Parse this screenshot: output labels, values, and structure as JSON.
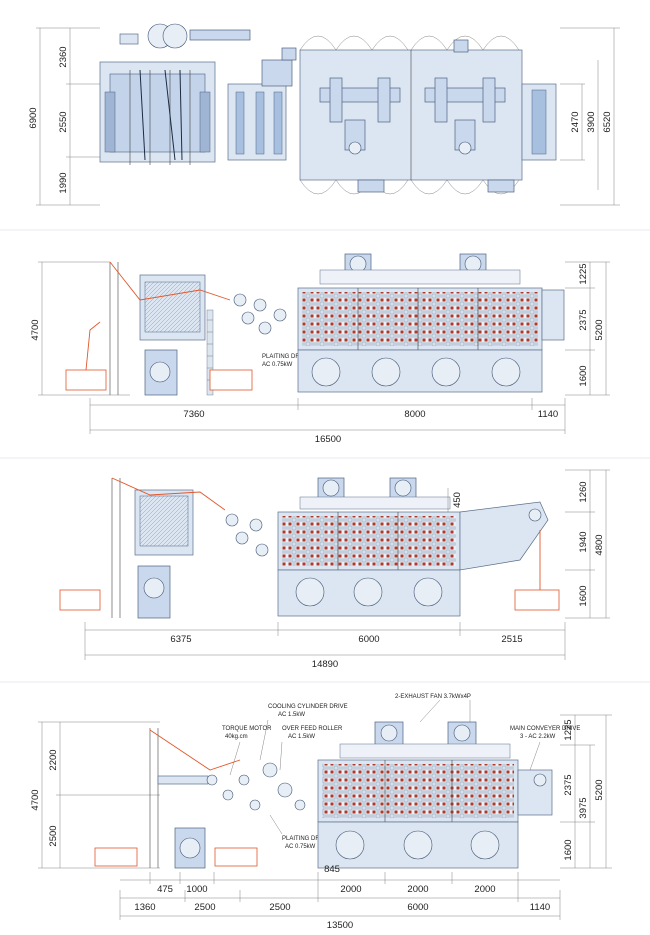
{
  "views": [
    {
      "id": "plan",
      "dims_left": [
        "6900",
        "2360",
        "2550",
        "1990"
      ],
      "dims_right": [
        "2470",
        "3900",
        "6520"
      ]
    },
    {
      "id": "elevation-1",
      "dims_left": [
        "4700"
      ],
      "dims_right": [
        "1225",
        "2375",
        "5200",
        "1600"
      ],
      "dims_bottom": [
        "7360",
        "8000",
        "1140",
        "16500"
      ],
      "notes": [
        "PLAITING DRIVE",
        "AC 0.75kW"
      ]
    },
    {
      "id": "elevation-2",
      "dims_right": [
        "1260",
        "450",
        "1940",
        "4800",
        "1600"
      ],
      "dims_bottom": [
        "6375",
        "6000",
        "2515",
        "14890"
      ]
    },
    {
      "id": "elevation-3",
      "dims_left": [
        "4700",
        "2200",
        "2500"
      ],
      "dims_right": [
        "1225",
        "2375",
        "5200",
        "3975",
        "1600"
      ],
      "dims_bottom": [
        "845",
        "475",
        "1000",
        "2000",
        "2000",
        "2000",
        "1360",
        "2500",
        "2500",
        "6000",
        "1140",
        "13500"
      ],
      "notes": [
        "COOLING CYLINDER DRIVE",
        "AC 1.5kW",
        "OVER FEED ROLLER",
        "AC 1.5kW",
        "TORQUE MOTOR",
        "40kg.cm",
        "2-EXHAUST FAN 3.7kWx4P",
        "MAIN CONVEYER DRIVE",
        "3 - AC 2.2kW",
        "PLAITING DRIVE",
        "AC 0.75kW"
      ]
    }
  ]
}
